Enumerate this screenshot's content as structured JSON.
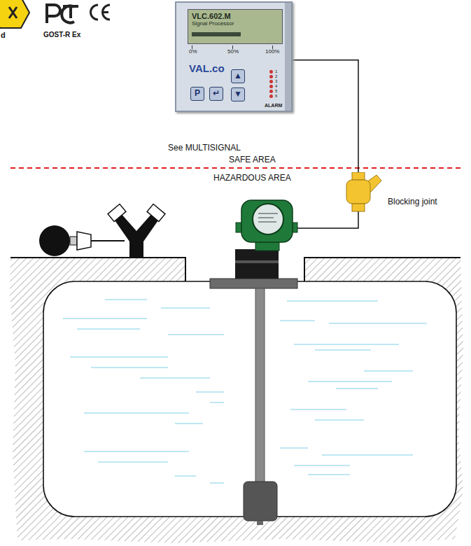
{
  "diagram": {
    "nodes": [
      {
        "text": [
          "VLC.602.M",
          "Signal Processor",
          "0%",
          "50%",
          "100%",
          "VAL.co",
          "P",
          "↵",
          "▲",
          "▼",
          "1",
          "2",
          "3",
          "4",
          "5",
          "6",
          "ALARM"
        ]
      },
      {
        "text": [
          "Blocking joint"
        ]
      }
    ],
    "edges": [
      {
        "from": 0,
        "to": 1,
        "arrow": "none"
      }
    ],
    "labels": [
      "d",
      "GOST-R Ex",
      "See MULTISIGNAL",
      "SAFE AREA",
      "HAZARDOUS AREA"
    ]
  }
}
